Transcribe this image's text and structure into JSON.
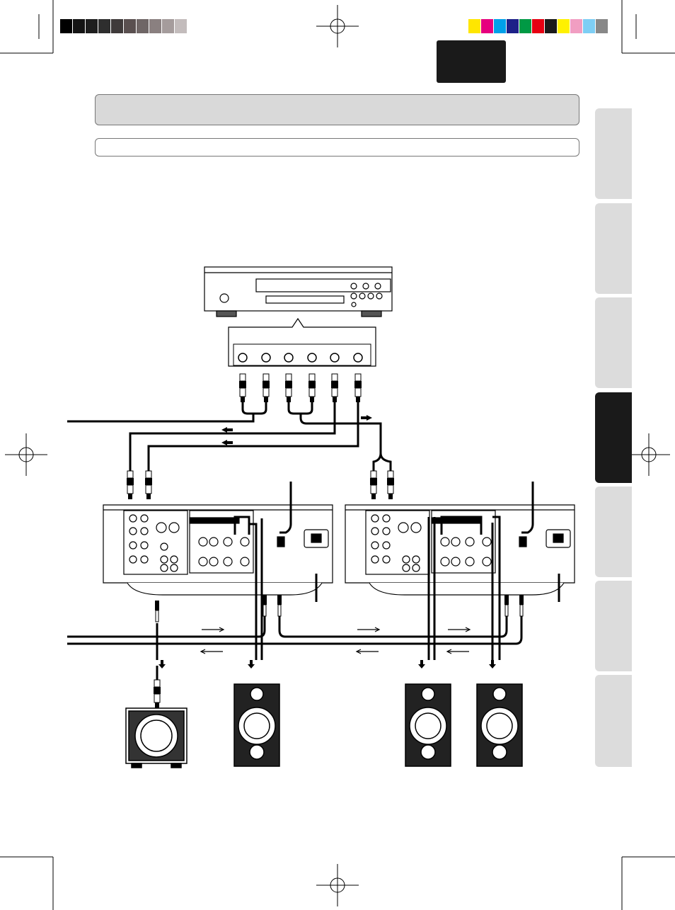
{
  "page": {
    "title_band_text": "",
    "subtitle_band_text": ""
  },
  "color_bar_gray": [
    "#000000",
    "#141414",
    "#1e1e1e",
    "#2e2e2e",
    "#3f3a3a",
    "#5a5050",
    "#6f6666",
    "#8a8080",
    "#a59c9c",
    "#c3bcbc",
    "#ffffff"
  ],
  "color_bar_color": [
    "#ffe600",
    "#e6007e",
    "#00a0e9",
    "#1d2088",
    "#009944",
    "#e60012",
    "#1a1a1a",
    "#fff100",
    "#f19ec2",
    "#7ecef4",
    "#888888"
  ],
  "side_tabs": [
    {
      "active": false
    },
    {
      "active": false
    },
    {
      "active": false
    },
    {
      "active": true
    },
    {
      "active": false
    },
    {
      "active": false
    },
    {
      "active": false
    }
  ],
  "diagram": {
    "source_device": "cd-player",
    "amplifiers": [
      "amplifier-left",
      "amplifier-right"
    ],
    "speakers": [
      "subwoofer",
      "speaker-1",
      "speaker-2",
      "speaker-3"
    ]
  }
}
